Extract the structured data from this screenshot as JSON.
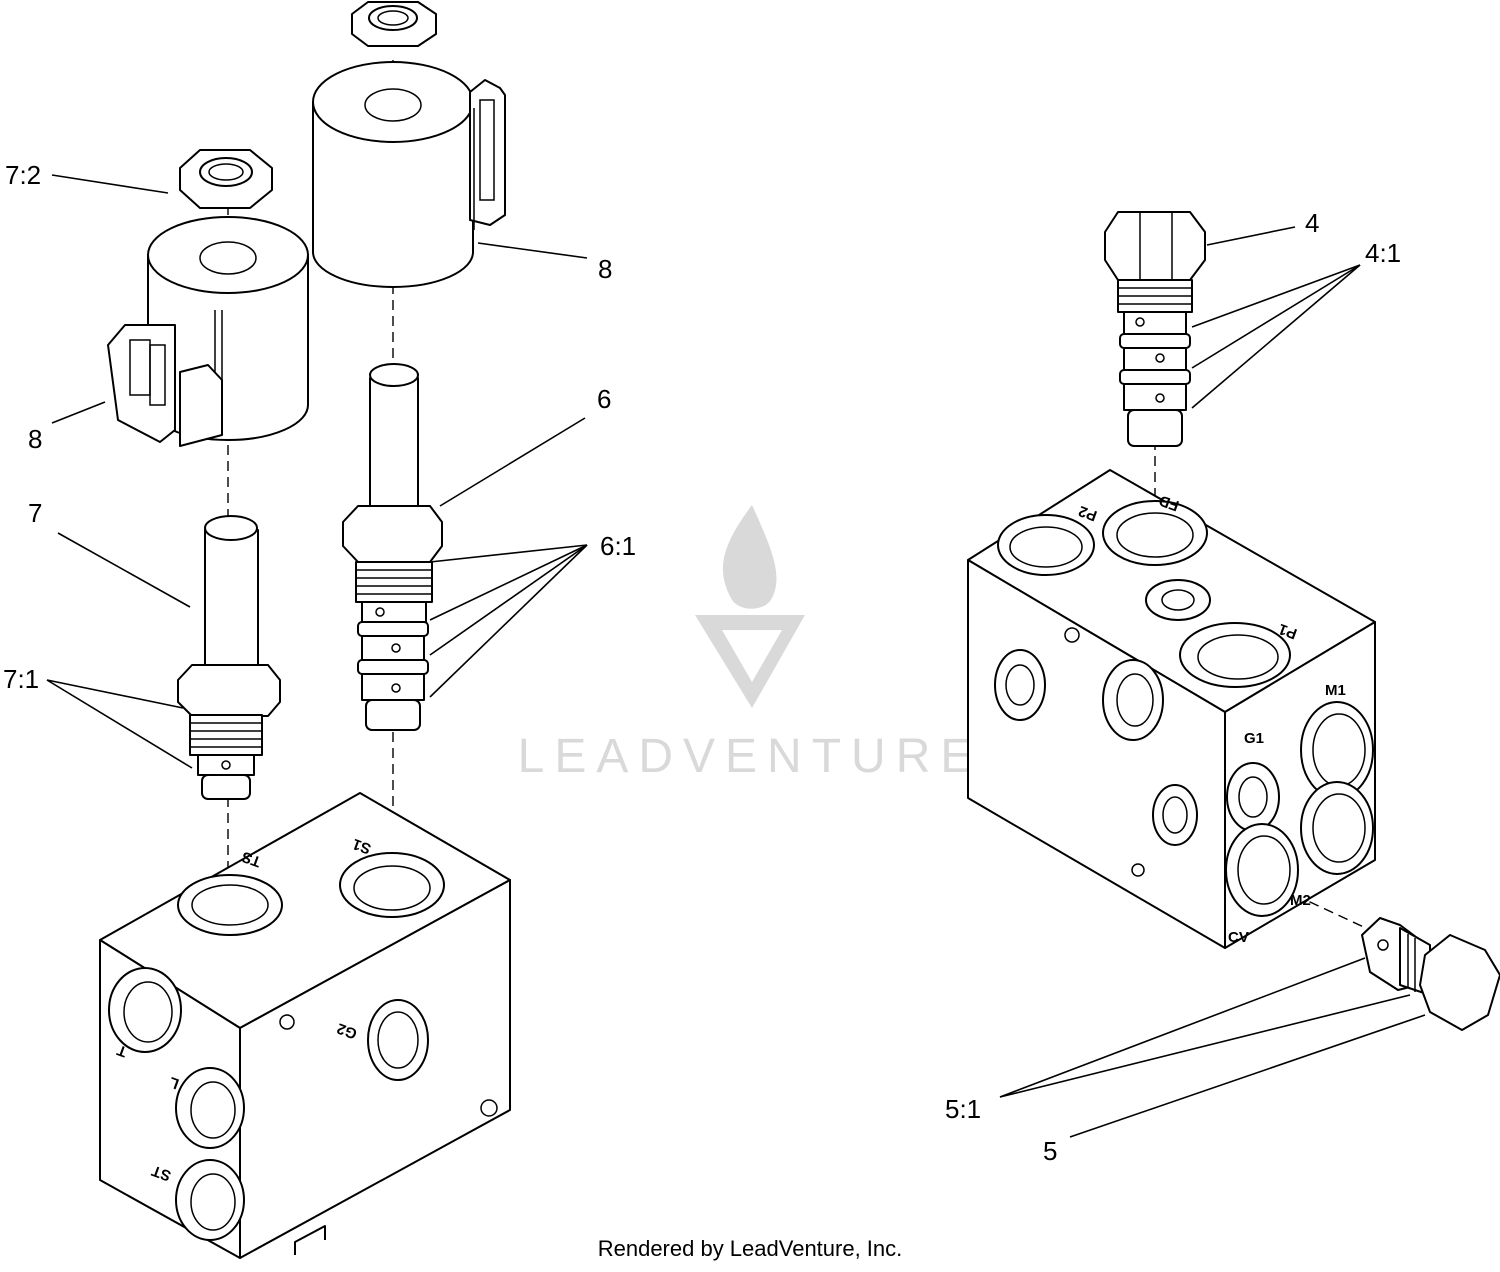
{
  "callouts": {
    "c7_2": "7:2",
    "c8_left": "8",
    "c8_right": "8",
    "c7": "7",
    "c6": "6",
    "c6_1": "6:1",
    "c7_1": "7:1",
    "c4": "4",
    "c4_1": "4:1",
    "c5_1": "5:1",
    "c5": "5"
  },
  "port_labels": {
    "ts": "TS",
    "s1": "S1",
    "t": "T",
    "l": "L",
    "g2": "G2",
    "st": "ST",
    "p2": "P2",
    "fd": "FD",
    "p1": "P1",
    "m1": "M1",
    "g1": "G1",
    "m2": "M2",
    "cv": "CV"
  },
  "watermark": "LEADVENTURE",
  "footer": "Rendered by LeadVenture, Inc."
}
